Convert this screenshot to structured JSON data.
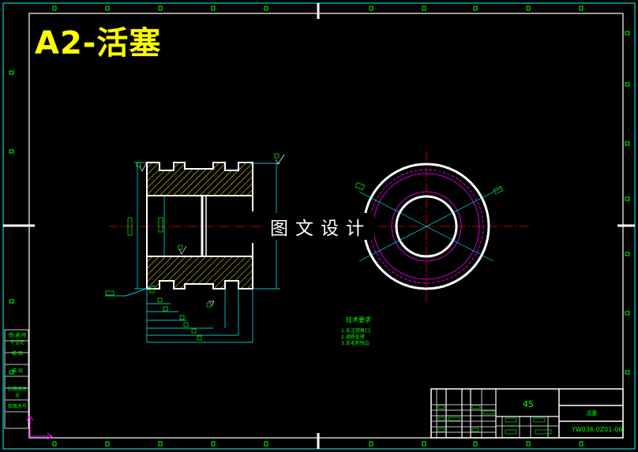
{
  "drawing": {
    "title": "A2-活塞",
    "watermark": "图文设计",
    "material": "45",
    "drawing_number": "YW036.0Z01-06",
    "title_block_label": "活塞",
    "technical_requirements_title": "技术要求",
    "technical_notes": [
      "1.未注倒角C1",
      "2.调质处理",
      "3.去毛刺锐边"
    ],
    "side_labels": [
      "借(通)用件登记",
      "描 图",
      "描 校",
      "旧底图总号",
      "底图总号"
    ]
  },
  "colors": {
    "background": "#000000",
    "frame": "#ffffff",
    "dimension": "#00ffff",
    "centerline": "#ff0000",
    "hatch": "#ffff00",
    "text_green": "#00ff00",
    "circle_magenta": "#ff00ff",
    "title": "#ffff00"
  }
}
